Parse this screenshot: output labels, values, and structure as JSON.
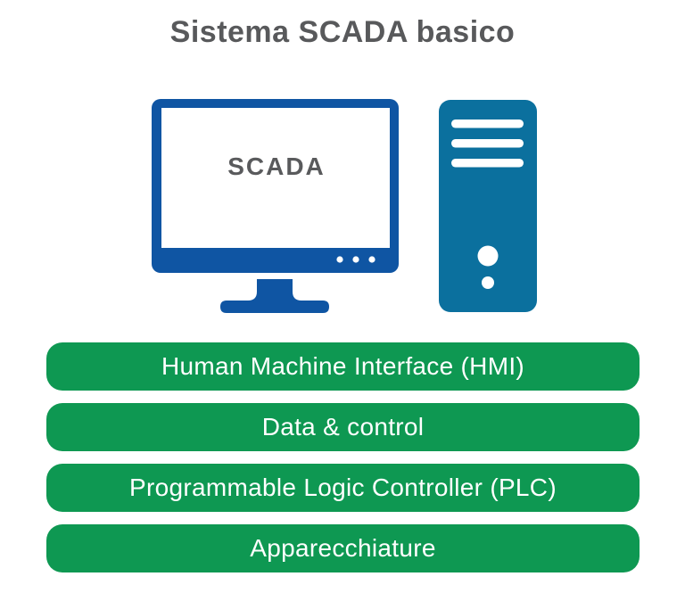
{
  "title": "Sistema SCADA basico",
  "monitor": {
    "screen_label": "SCADA"
  },
  "icons": {
    "monitor": "desktop-monitor-icon",
    "tower": "computer-tower-icon"
  },
  "layers": [
    {
      "label": "Human Machine Interface (HMI)"
    },
    {
      "label": "Data & control"
    },
    {
      "label": "Programmable Logic Controller (PLC)"
    },
    {
      "label": "Apparecchiature"
    }
  ],
  "colors": {
    "layer_green": "#0e9852",
    "monitor_blue": "#0f55a3",
    "tower_teal": "#0b709e",
    "title_gray": "#58595b",
    "screen_text_gray": "#595a5c",
    "bar_text_white": "#ffffff"
  }
}
